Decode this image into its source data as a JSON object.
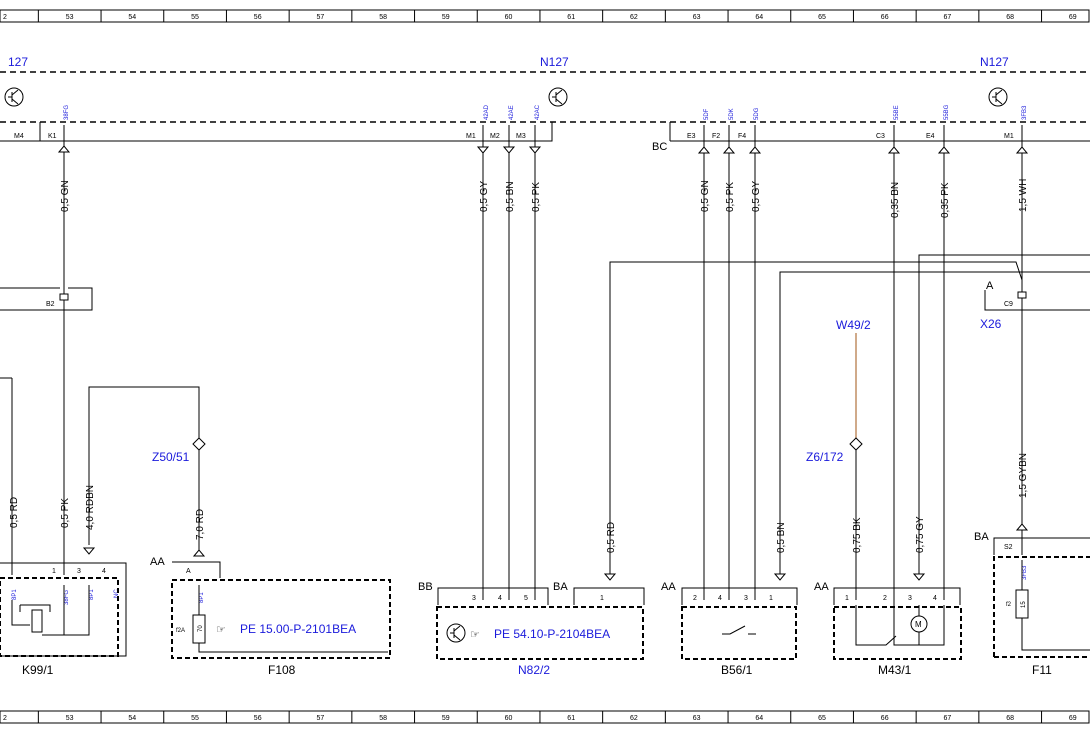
{
  "ruler": [
    "2",
    "53",
    "54",
    "55",
    "56",
    "57",
    "58",
    "59",
    "60",
    "61",
    "62",
    "63",
    "64",
    "65",
    "66",
    "67",
    "68",
    "69"
  ],
  "module": {
    "name_left": "127",
    "name_center": "N127",
    "name_right": "N127",
    "connector_bc": "BC"
  },
  "pins_top": {
    "m4": "M4",
    "k1": "K1",
    "k1_code": "38FG",
    "m1a": "M1",
    "m1a_code": "42AD",
    "m2": "M2",
    "m2_code": "42AE",
    "m3": "M3",
    "m3_code": "42AC",
    "e3": "E3",
    "e3_code": "5DF",
    "f2": "F2",
    "f2_code": "5DK",
    "f4": "F4",
    "f4_code": "5DG",
    "c3": "C3",
    "c3_code": "55BE",
    "e4": "E4",
    "e4_code": "55BG",
    "m1b": "M1",
    "m1b_code": "3FB3"
  },
  "wires": {
    "w1": "0,5 GN",
    "w2": "0,5 GY",
    "w3": "0,5 BN",
    "w4": "0,5 PK",
    "w5": "0,5 GN",
    "w6": "0,5 PK",
    "w7": "0,5 GY",
    "w8": "0,35 BN",
    "w9": "0,35 PK",
    "w10": "1,5 WH",
    "w11": "0,5 RD",
    "w12": "0,5 PK",
    "w13": "4,0 RDBN",
    "w14": "7,0 RD",
    "w15": "0,5 RD",
    "w16": "0,5 BN",
    "w17": "0,75 BK",
    "w18": "0,75 GY",
    "w19": "1,5 GYBN"
  },
  "splices": {
    "b2": "B2",
    "z50": "Z50/51",
    "z6": "Z6/172",
    "w49": "W49/2",
    "x26": "X26",
    "x26_conn": "A",
    "c9": "C9"
  },
  "components": {
    "k99": {
      "name": "K99/1",
      "pin1": "1",
      "pin3": "3",
      "pin4": "4",
      "code_a": "8P1",
      "code_b": "38FG",
      "code_c": "8P1",
      "code_d": "NC"
    },
    "f108": {
      "name": "F108",
      "conn": "AA",
      "pin": "A",
      "code": "8P1",
      "fuse_label": "f2A",
      "fuse_val": "70",
      "ref": "PE 15.00-P-2101BEA"
    },
    "n82": {
      "name": "N82/2",
      "conn_bb": "BB",
      "conn_ba": "BA",
      "p3": "3",
      "p4": "4",
      "p5": "5",
      "p1": "1",
      "ref": "PE 54.10-P-2104BEA"
    },
    "b56": {
      "name": "B56/1",
      "conn": "AA",
      "p2": "2",
      "p4": "4",
      "p3": "3",
      "p1": "1"
    },
    "m43": {
      "name": "M43/1",
      "conn": "AA",
      "p1": "1",
      "p2": "2",
      "p3": "3",
      "p4": "4",
      "motor": "M"
    },
    "f11": {
      "name": "F11",
      "conn": "BA",
      "pin": "S2",
      "code": "3FB3",
      "fuse_label": "f2",
      "fuse_val": "15"
    }
  }
}
